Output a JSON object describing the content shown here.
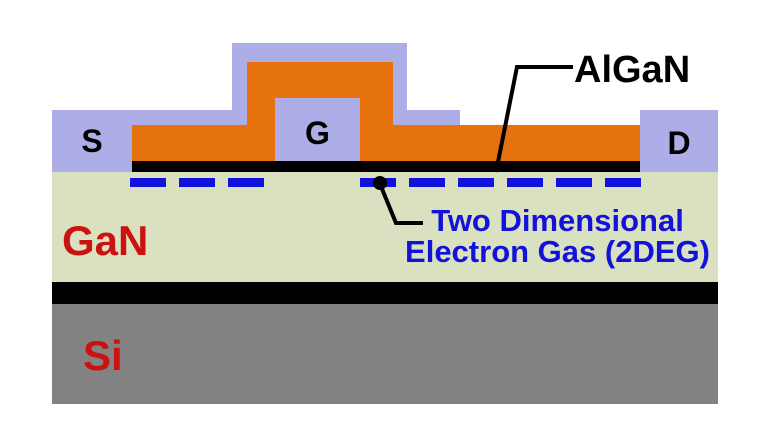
{
  "diagram": {
    "title_implicit": "AlGaN/GaN HEMT on Si cross-section",
    "labels": {
      "source": "S",
      "gate": "G",
      "drain": "D",
      "algan": "AlGaN",
      "gan": "GaN",
      "si": "Si",
      "two_deg_line1": "Two Dimensional",
      "two_deg_line2": "Electron Gas (2DEG)"
    },
    "colors": {
      "contact_lavender": "#ADADE8",
      "metal_orange": "#E6720D",
      "gan_green": "#DAE1C0",
      "si_gray": "#828282",
      "layer_black": "#000000",
      "label_red": "#CC1111",
      "label_blue": "#1212DC"
    }
  }
}
